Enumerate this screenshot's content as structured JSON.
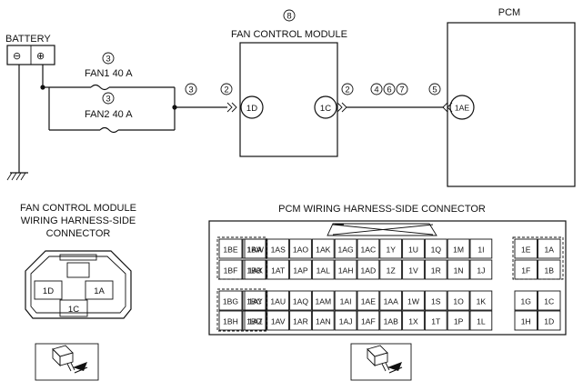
{
  "labels": {
    "battery": "BATTERY",
    "battery_minus": "⊖",
    "battery_plus": "⊕",
    "fan_control_module": "FAN CONTROL MODULE",
    "pcm": "PCM",
    "fan1": "FAN1 40 A",
    "fan2": "FAN2 40 A",
    "fcm_pin_1D": "1D",
    "fcm_pin_1C": "1C",
    "pcm_pin_1AE": "1AE",
    "fcm_connector_title": [
      "FAN CONTROL MODULE",
      "WIRING HARNESS-SIDE",
      "CONNECTOR"
    ],
    "pcm_connector_title": "PCM WIRING HARNESS-SIDE CONNECTOR"
  },
  "callouts": {
    "fcm_module": "8",
    "fan1": "3",
    "fan2": "3",
    "junction": "3",
    "fcm_1D": "2",
    "fcm_1C": "2",
    "wire_mid": [
      "4",
      "6",
      "7"
    ],
    "pcm_1AE": "5"
  },
  "fcm_connector": {
    "pins": [
      "1D",
      "1A",
      "1C"
    ]
  },
  "pcm_connector": {
    "rows": [
      [
        "1BE",
        "1BA",
        "1AW",
        "1AS",
        "1AO",
        "1AK",
        "1AG",
        "1AC",
        "1Y",
        "1U",
        "1Q",
        "1M",
        "1I",
        "1E",
        "1A"
      ],
      [
        "1BF",
        "1BB",
        "1AX",
        "1AT",
        "1AP",
        "1AL",
        "1AH",
        "1AD",
        "1Z",
        "1V",
        "1R",
        "1N",
        "1J",
        "1F",
        "1B"
      ],
      [
        "1BG",
        "1BC",
        "1AY",
        "1AU",
        "1AQ",
        "1AM",
        "1AI",
        "1AE",
        "1AA",
        "1W",
        "1S",
        "1O",
        "1K",
        "1G",
        "1C"
      ],
      [
        "1BH",
        "1BD",
        "1AZ",
        "1AV",
        "1AR",
        "1AN",
        "1AJ",
        "1AF",
        "1AB",
        "1X",
        "1T",
        "1P",
        "1L",
        "1H",
        "1D"
      ]
    ]
  }
}
